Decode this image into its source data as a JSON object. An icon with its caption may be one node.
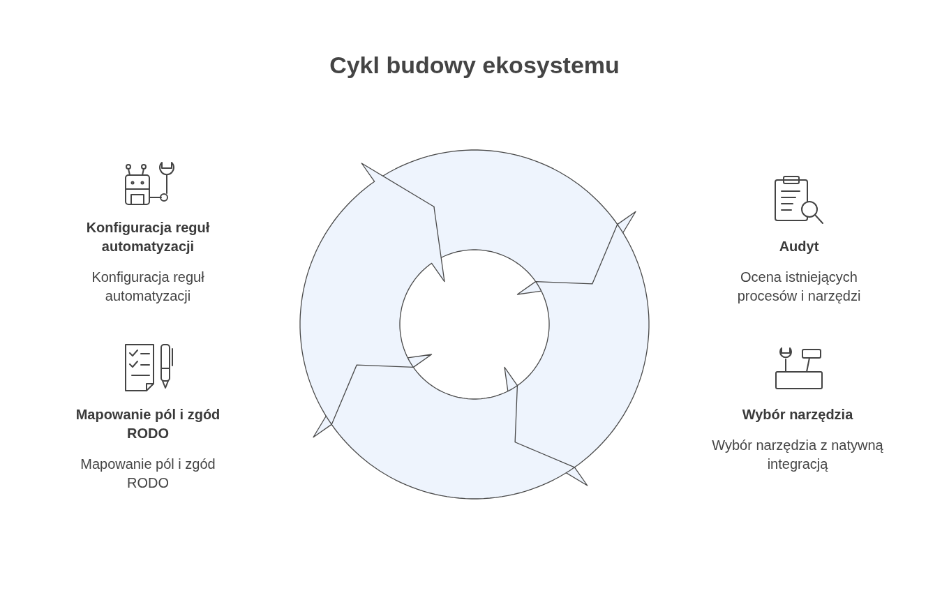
{
  "diagram": {
    "title": "Cykl budowy ekosystemu",
    "labels": [
      "Konfiguracja reguł automatyzacji",
      "Konfiguracja reguł automatyzacji",
      "Audyt",
      "Ocena istniejących procesów i narzędzi",
      "Mapowanie pól i zgód RODO",
      "Mapowanie pól i zgód RODO",
      "Wybór narzędzia",
      "Wybór narzędzia z natywną integracją"
    ]
  }
}
